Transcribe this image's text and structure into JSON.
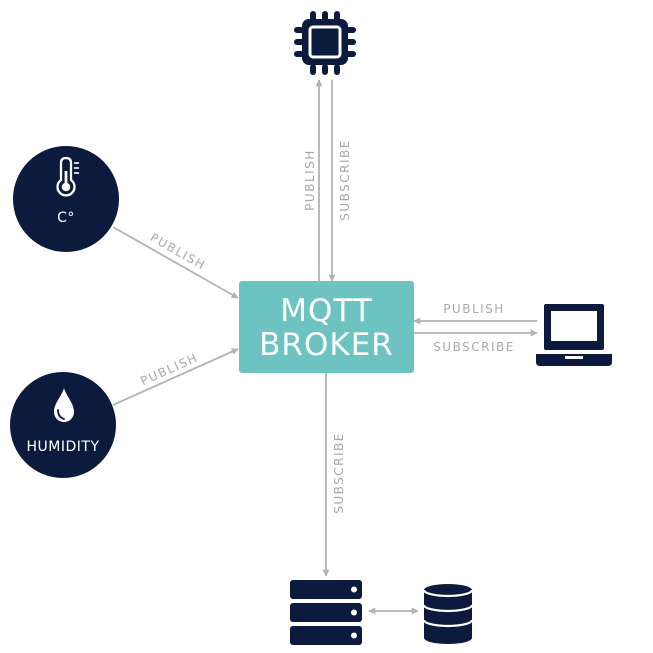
{
  "broker": {
    "line1": "MQTT",
    "line2": "BROKER"
  },
  "nodes": {
    "temperature_label": "C°",
    "humidity_label": "HUMIDITY"
  },
  "edges": {
    "chip_publish": "PUBLISH",
    "chip_subscribe": "SUBSCRIBE",
    "temperature_publish": "PUBLISH",
    "humidity_publish": "PUBLISH",
    "laptop_publish": "PUBLISH",
    "laptop_subscribe": "SUBSCRIBE",
    "server_subscribe": "SUBSCRIBE"
  },
  "icons": {
    "chip": "microchip-icon",
    "temperature": "thermometer-icon",
    "humidity": "water-drop-icon",
    "laptop": "laptop-icon",
    "server": "server-icon",
    "database": "database-icon"
  },
  "colors": {
    "broker_fill": "#6cc3c1",
    "node_fill": "#0c1a3d",
    "arrow": "#b3b3b3",
    "label": "#a9a9a9",
    "text_on_dark": "#ffffff"
  }
}
